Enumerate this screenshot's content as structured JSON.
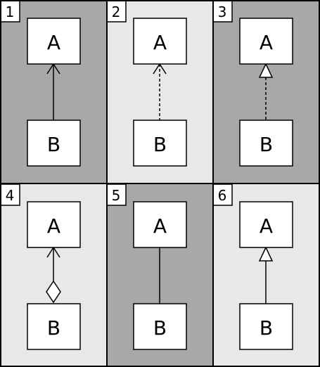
{
  "colors": {
    "dark_panel": "#a8a8a8",
    "light_panel": "#e8e8ea",
    "line": "#000000",
    "box_fill": "#ffffff"
  },
  "panels": [
    {
      "number": "1",
      "top_label": "A",
      "bottom_label": "B",
      "background": "dark",
      "line_style": "solid",
      "arrow_head": "open-arrow"
    },
    {
      "number": "2",
      "top_label": "A",
      "bottom_label": "B",
      "background": "light",
      "line_style": "dashed",
      "arrow_head": "open-arrow"
    },
    {
      "number": "3",
      "top_label": "A",
      "bottom_label": "B",
      "background": "dark",
      "line_style": "dashed",
      "arrow_head": "hollow-triangle"
    },
    {
      "number": "4",
      "top_label": "A",
      "bottom_label": "B",
      "background": "light",
      "line_style": "solid",
      "arrow_head": "open-arrow",
      "tail": "hollow-diamond"
    },
    {
      "number": "5",
      "top_label": "A",
      "bottom_label": "B",
      "background": "dark",
      "line_style": "solid",
      "arrow_head": "none"
    },
    {
      "number": "6",
      "top_label": "A",
      "bottom_label": "B",
      "background": "light",
      "line_style": "solid",
      "arrow_head": "hollow-triangle"
    }
  ]
}
